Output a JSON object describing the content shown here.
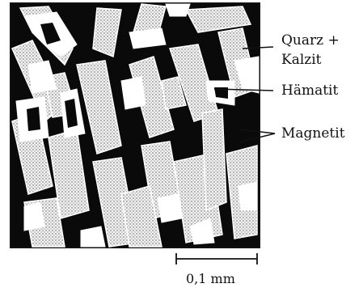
{
  "labels": {
    "quarz_kalzit_line1": "Quarz +",
    "quarz_kalzit_line2": "Kalzit",
    "haematit": "Hämatit",
    "magnetit": "Magnetit"
  },
  "scale_bar": {
    "label": "0,1 mm"
  },
  "colors": {
    "matrix": "#0a0a0a",
    "stipple": "#e6e6e6",
    "white": "#ffffff",
    "ink": "#111111"
  }
}
